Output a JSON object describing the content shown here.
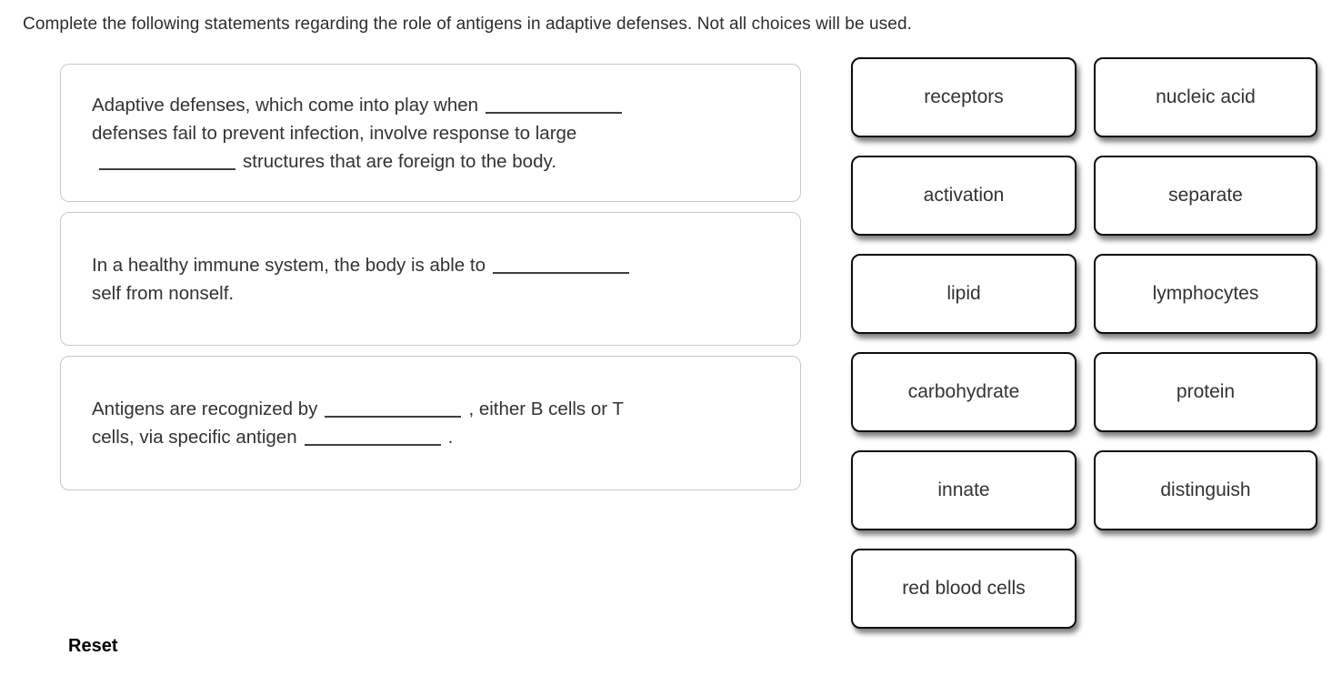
{
  "instruction": "Complete the following statements regarding the role of antigens in adaptive defenses. Not all choices will be used.",
  "statements": [
    {
      "line1": "Adaptive defenses, which come into play when",
      "line2": "defenses fail to prevent infection, involve response to large",
      "line3": "structures that are foreign to the body."
    },
    {
      "line1": "In a healthy immune system, the body is able to",
      "line2": "self from nonself."
    },
    {
      "line1_pre": "Antigens are recognized by",
      "line1_post": ", either B cells or T",
      "line2_pre": "cells, via specific antigen",
      "line2_post": "."
    }
  ],
  "choices": [
    "receptors",
    "nucleic acid",
    "activation",
    "separate",
    "lipid",
    "lymphocytes",
    "carbohydrate",
    "protein",
    "innate",
    "distinguish",
    "red blood cells"
  ],
  "reset_label": "Reset"
}
